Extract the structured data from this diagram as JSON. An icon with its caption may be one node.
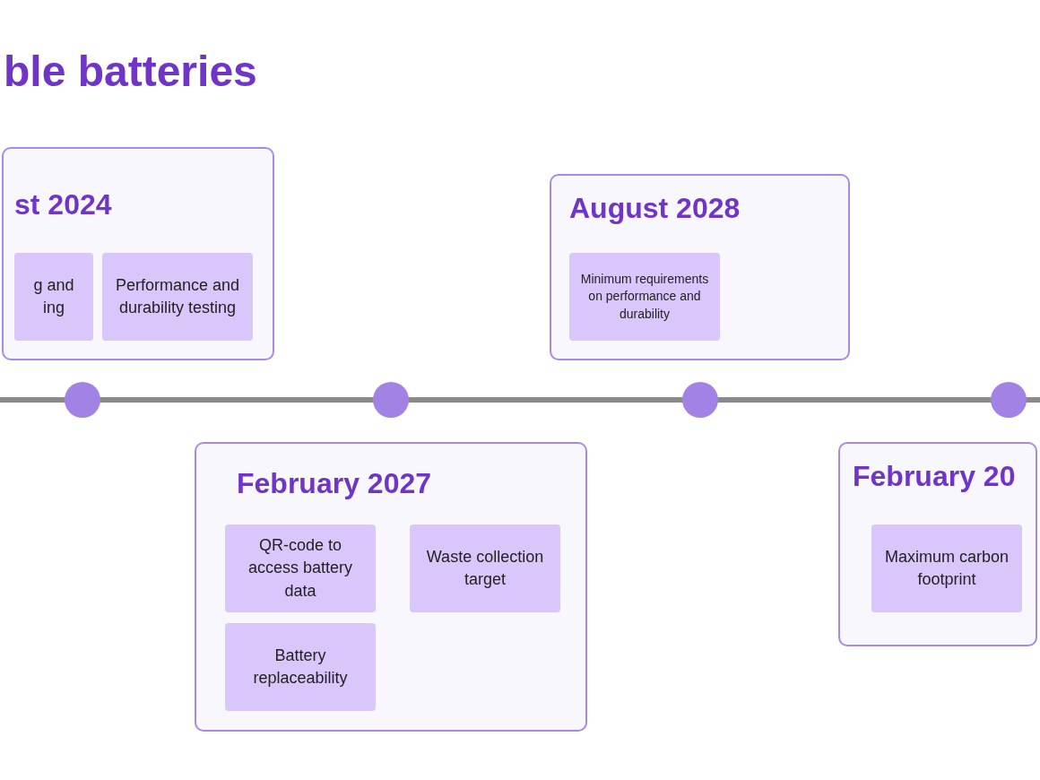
{
  "diagram": {
    "title": "ble batteries",
    "nodes": [
      {
        "text": [
          "st 2024"
        ]
      },
      {
        "text": [
          "g and ing"
        ],
        "in": 0
      },
      {
        "text": [
          "Performance and durability testing"
        ],
        "in": 0
      },
      {
        "text": [
          "August 2028"
        ]
      },
      {
        "text": [
          "Minimum requirements on performance and durability"
        ],
        "in": 3
      },
      {
        "text": [],
        "shape": "circle"
      },
      {
        "text": [],
        "shape": "circle"
      },
      {
        "text": [],
        "shape": "circle"
      },
      {
        "text": [],
        "shape": "circle"
      },
      {
        "text": [
          "February 2027"
        ]
      },
      {
        "text": [
          "QR-code to access battery data"
        ],
        "in": 9
      },
      {
        "text": [
          "Waste collection target"
        ],
        "in": 9
      },
      {
        "text": [
          "Battery replaceability"
        ],
        "in": 9
      },
      {
        "text": [
          "February 20"
        ]
      },
      {
        "text": [
          "Maximum carbon footprint"
        ],
        "in": 13
      }
    ]
  }
}
